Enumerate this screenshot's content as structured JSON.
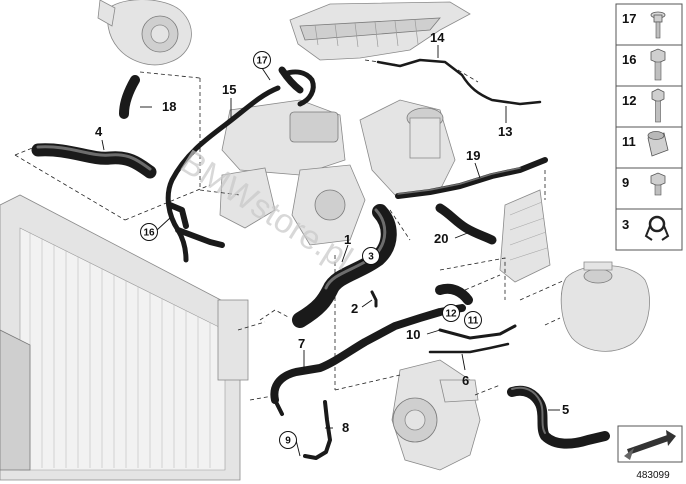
{
  "diagram": {
    "callouts": [
      "1",
      "2",
      "3",
      "4",
      "5",
      "6",
      "7",
      "8",
      "9",
      "10",
      "11",
      "12",
      "13",
      "14",
      "15",
      "16",
      "17",
      "18",
      "19",
      "20"
    ],
    "diagram_number": "483099",
    "watermark": "BMWstore.pl"
  },
  "legend": {
    "items": [
      {
        "number": "17",
        "icon": "bolt-flange-icon"
      },
      {
        "number": "16",
        "icon": "bolt-hex-icon"
      },
      {
        "number": "12",
        "icon": "bolt-hex-long-icon"
      },
      {
        "number": "11",
        "icon": "sleeve-icon"
      },
      {
        "number": "9",
        "icon": "bolt-short-icon"
      },
      {
        "number": "3",
        "icon": "clamp-icon"
      }
    ]
  },
  "colors": {
    "hose": "#1a1a1a",
    "part": "#e4e4e4",
    "part_outline": "#8a8a8a",
    "legend_border": "#555555"
  }
}
